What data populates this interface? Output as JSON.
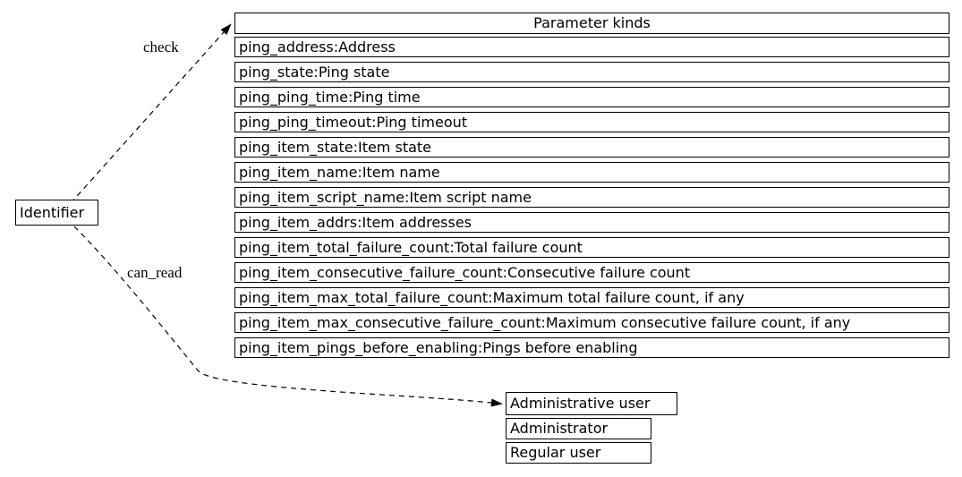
{
  "colors": {
    "background": "#ffffff",
    "line": "#000000",
    "text": "#000000"
  },
  "nodes": {
    "identifier": {
      "label": "Identifier"
    },
    "parameter_kinds": {
      "title": "Parameter kinds",
      "rows": [
        "ping_address:Address",
        "ping_state:Ping state",
        "ping_ping_time:Ping time",
        "ping_ping_timeout:Ping timeout",
        "ping_item_state:Item state",
        "ping_item_name:Item name",
        "ping_item_script_name:Item script name",
        "ping_item_addrs:Item addresses",
        "ping_item_total_failure_count:Total failure count",
        "ping_item_consecutive_failure_count:Consecutive failure count",
        "ping_item_max_total_failure_count:Maximum total failure count, if any",
        "ping_item_max_consecutive_failure_count:Maximum consecutive failure count, if any",
        "ping_item_pings_before_enabling:Pings before enabling"
      ]
    },
    "admin_user": {
      "title": "Administrative user",
      "rows": [
        "Administrator",
        "Regular user"
      ]
    }
  },
  "edges": {
    "check": {
      "label": "check"
    },
    "can_read": {
      "label": "can_read"
    }
  }
}
